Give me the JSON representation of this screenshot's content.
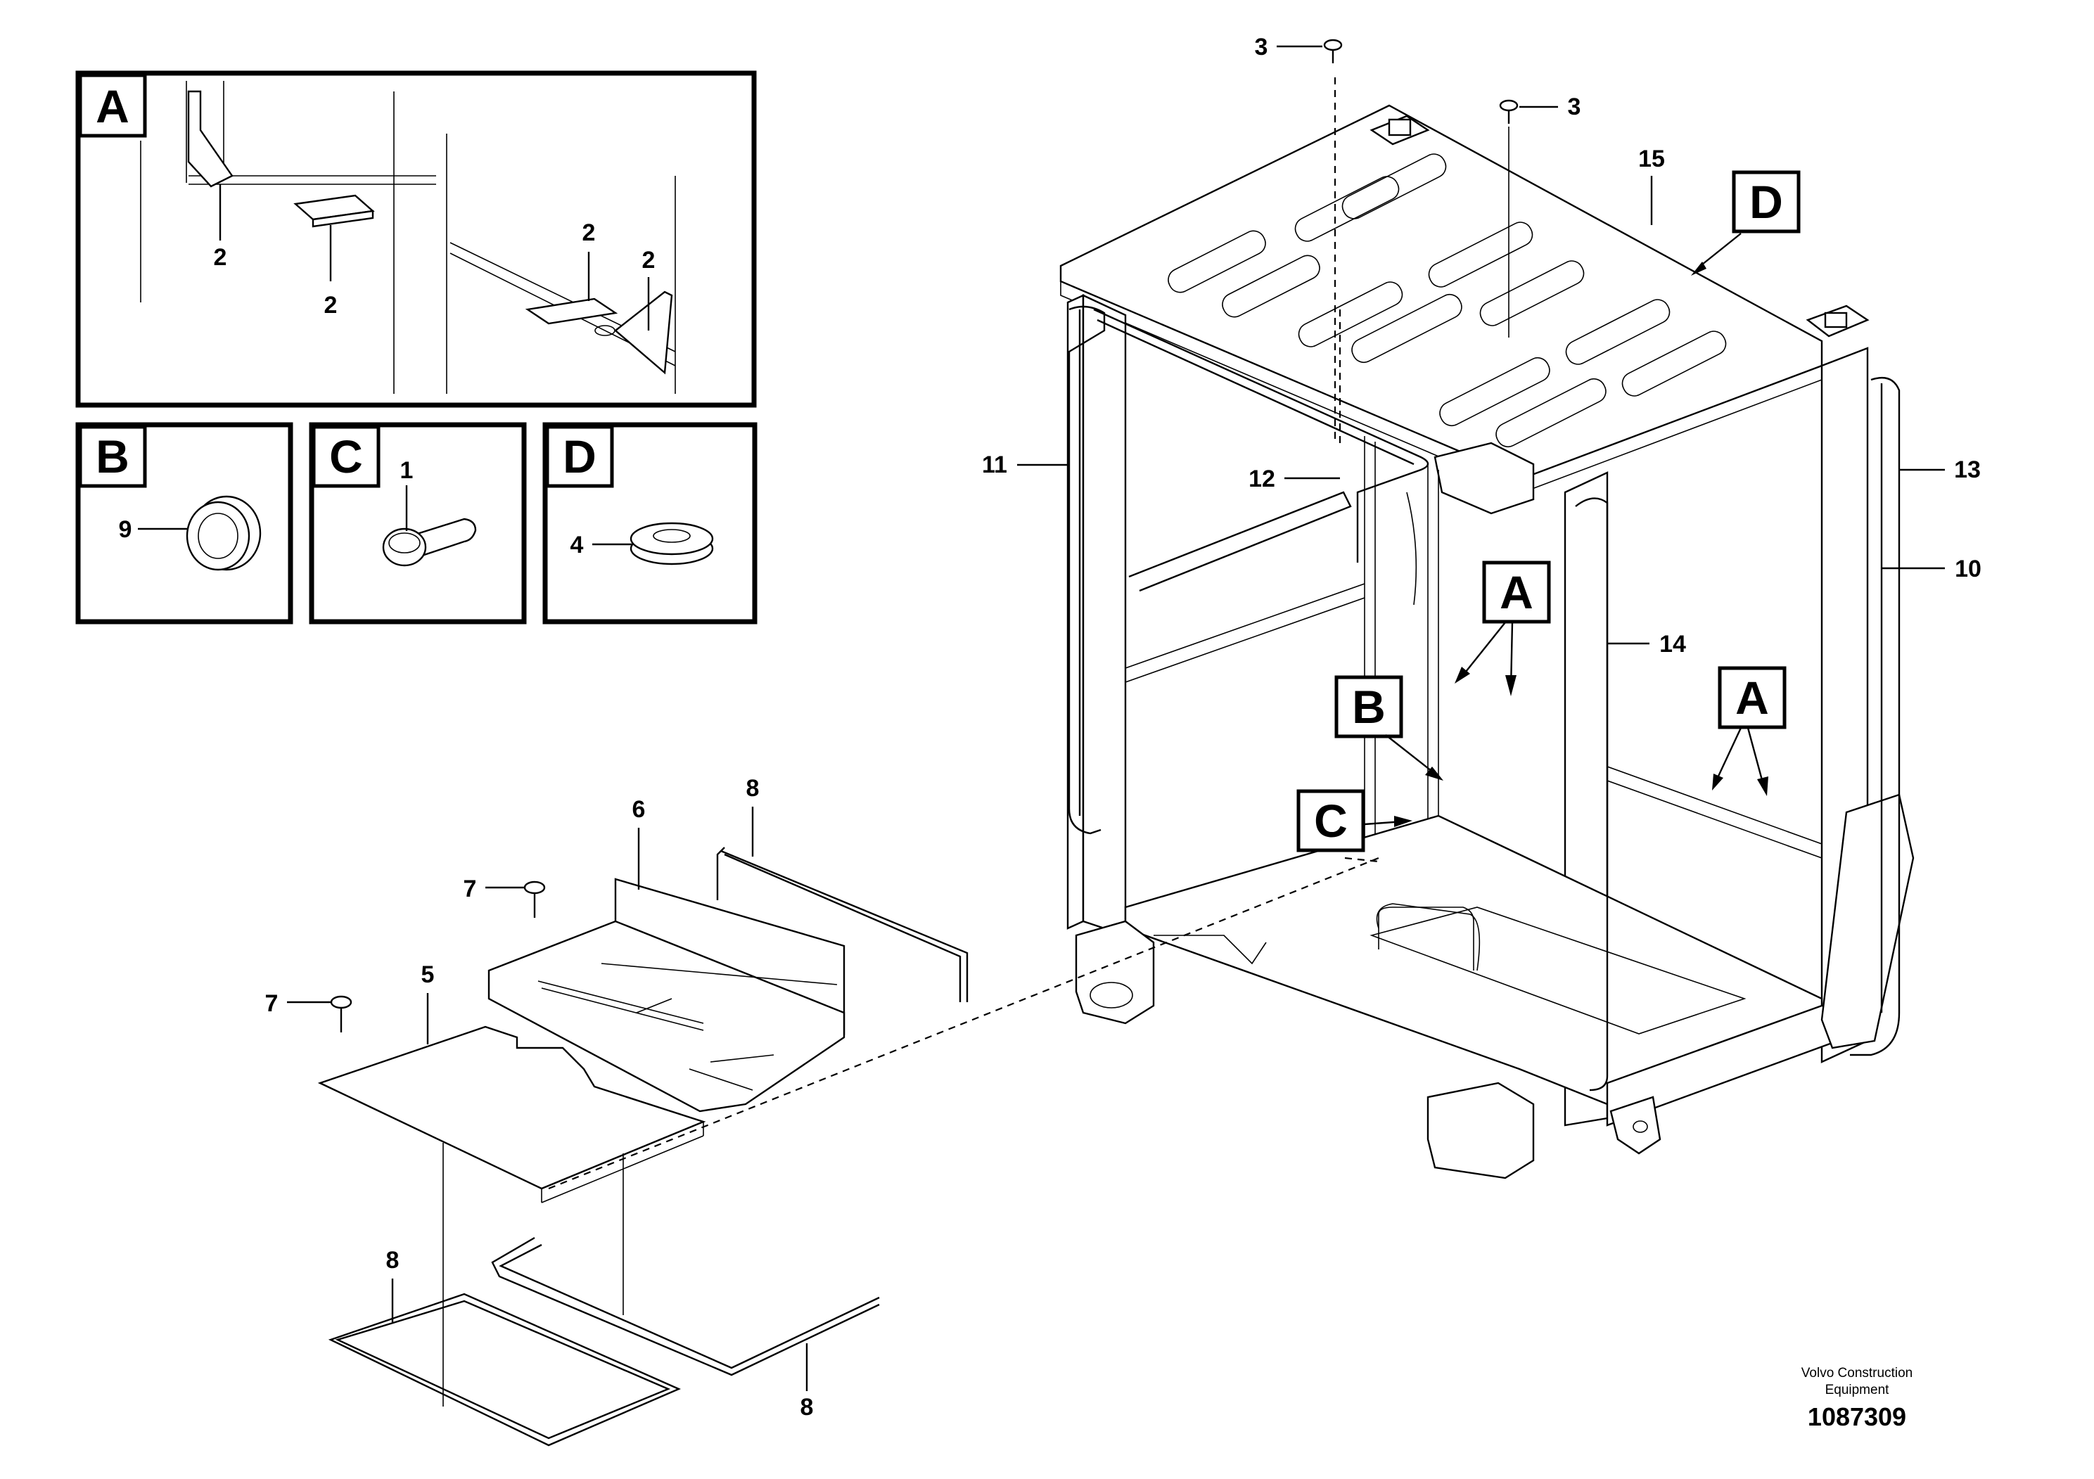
{
  "brand": {
    "credit_line1": "Volvo Construction",
    "credit_line2": "Equipment",
    "document_number": "1087309"
  },
  "detail_views": {
    "a": "A",
    "b": "B",
    "c": "C",
    "d": "D"
  },
  "detail_callouts": {
    "a_1": "2",
    "a_2": "2",
    "a_3": "2",
    "a_4": "2",
    "b": "9",
    "c": "1",
    "d": "4"
  },
  "view_markers": {
    "a_left": "A",
    "a_right": "A",
    "b": "B",
    "c": "C",
    "d": "D"
  },
  "callouts": {
    "p3_left": "3",
    "p3_right": "3",
    "p15": "15",
    "p11": "11",
    "p12": "12",
    "p13": "13",
    "p10": "10",
    "p14": "14",
    "p8_top": "8",
    "p6": "6",
    "p7_upper": "7",
    "p7_lower": "7",
    "p5": "5",
    "p8_left": "8",
    "p8_bottom": "8"
  }
}
